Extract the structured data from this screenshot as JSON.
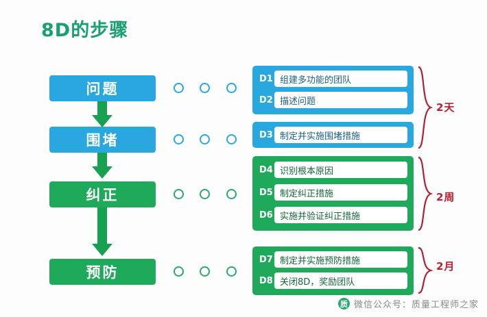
{
  "title": "8D的步骤",
  "stages": [
    {
      "label": "问题",
      "color": "#29a8e0"
    },
    {
      "label": "围堵",
      "color": "#29a8e0"
    },
    {
      "label": "纠正",
      "color": "#1faa5b"
    },
    {
      "label": "预防",
      "color": "#1faa5b"
    }
  ],
  "groups": [
    {
      "name": "group-1",
      "color": "#29a8e0",
      "duration": "2天",
      "steps": [
        {
          "code": "D1",
          "text": "组建多功能的团队"
        },
        {
          "code": "D2",
          "text": "描述问题"
        }
      ]
    },
    {
      "name": "group-2",
      "color": "#29a8e0",
      "duration": "",
      "steps": [
        {
          "code": "D3",
          "text": "制定并实施围堵措施"
        }
      ]
    },
    {
      "name": "group-3",
      "color": "#1faa5b",
      "duration": "2周",
      "steps": [
        {
          "code": "D4",
          "text": "识别根本原因"
        },
        {
          "code": "D5",
          "text": "制定纠正措施"
        },
        {
          "code": "D6",
          "text": "实施并验证纠正措施"
        }
      ]
    },
    {
      "name": "group-4",
      "color": "#1faa5b",
      "duration": "2月",
      "steps": [
        {
          "code": "D7",
          "text": "制定并实施预防措施"
        },
        {
          "code": "D8",
          "text": "关闭8D，奖励团队"
        }
      ]
    }
  ],
  "durations": {
    "d1": "2天",
    "d2": "2周",
    "d3": "2月"
  },
  "watermark": {
    "logo": "质",
    "text": "微信公众号：质量工程师之家"
  },
  "colors": {
    "blue": "#29a8e0",
    "green": "#1faa5b",
    "title_green": "#19a06e",
    "red": "#c01d2e"
  }
}
